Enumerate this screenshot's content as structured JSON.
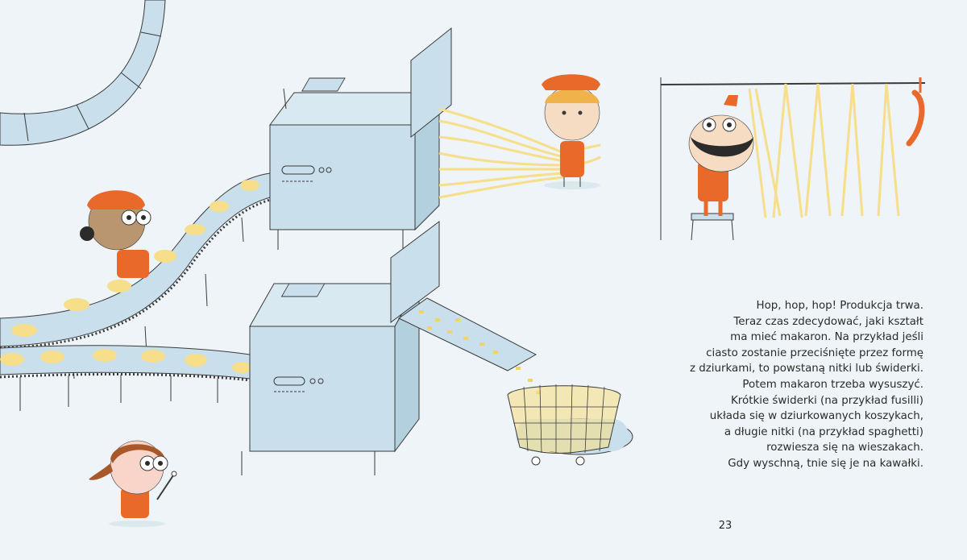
{
  "text_lines": [
    "Hop, hop, hop! Produkcja trwa.",
    "Teraz czas zdecydować, jaki kształt",
    "ma mieć makaron. Na przykład jeśli",
    "ciasto zostanie przeciśnięte przez formę",
    "z dziurkami, to powstaną nitki lub świderki.",
    "Potem makaron trzeba wysuszyć.",
    "Krótkie świderki (na przykład fusilli)",
    "układa się w dziurkowanych koszykach,",
    "a długie nitki (na przykład spaghetti)",
    "rozwiesza się na wieszakach.",
    "Gdy wyschną, tnie się je na kawałki."
  ],
  "page_number": "23",
  "colors": {
    "background": "#eef4f7",
    "machine": "#c9e0ec",
    "machine_dark": "#b3d0df",
    "pasta": "#f6de8a",
    "uniform": "#e8692a",
    "outline": "#3a3a3a",
    "skin_light": "#f7dcc4",
    "skin_dark": "#b9966f"
  }
}
